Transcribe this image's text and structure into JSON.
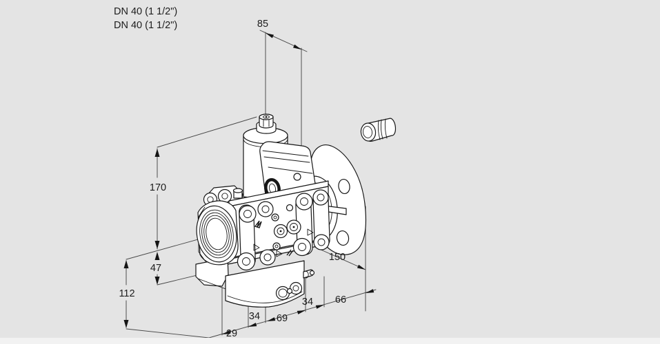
{
  "drawing": {
    "port_labels": {
      "line1": "DN 40 (1 1/2\")",
      "line2": "DN 40 (1 1/2\")"
    },
    "dimensions": {
      "top_width": "85",
      "height_total": "170",
      "height_center_to_flange": "47",
      "height_lower": "112",
      "bottom_offset": "29",
      "bottom_pitch_left": "34",
      "bottom_center_length": "69",
      "bottom_pitch_right": "34",
      "bottom_right_length": "66",
      "flange_length": "150"
    },
    "colors": {
      "background": "#e4e4e4",
      "part_fill": "#ffffff",
      "outline": "#161616",
      "dimension_line": "#474747",
      "text": "#1c1c1c"
    }
  }
}
